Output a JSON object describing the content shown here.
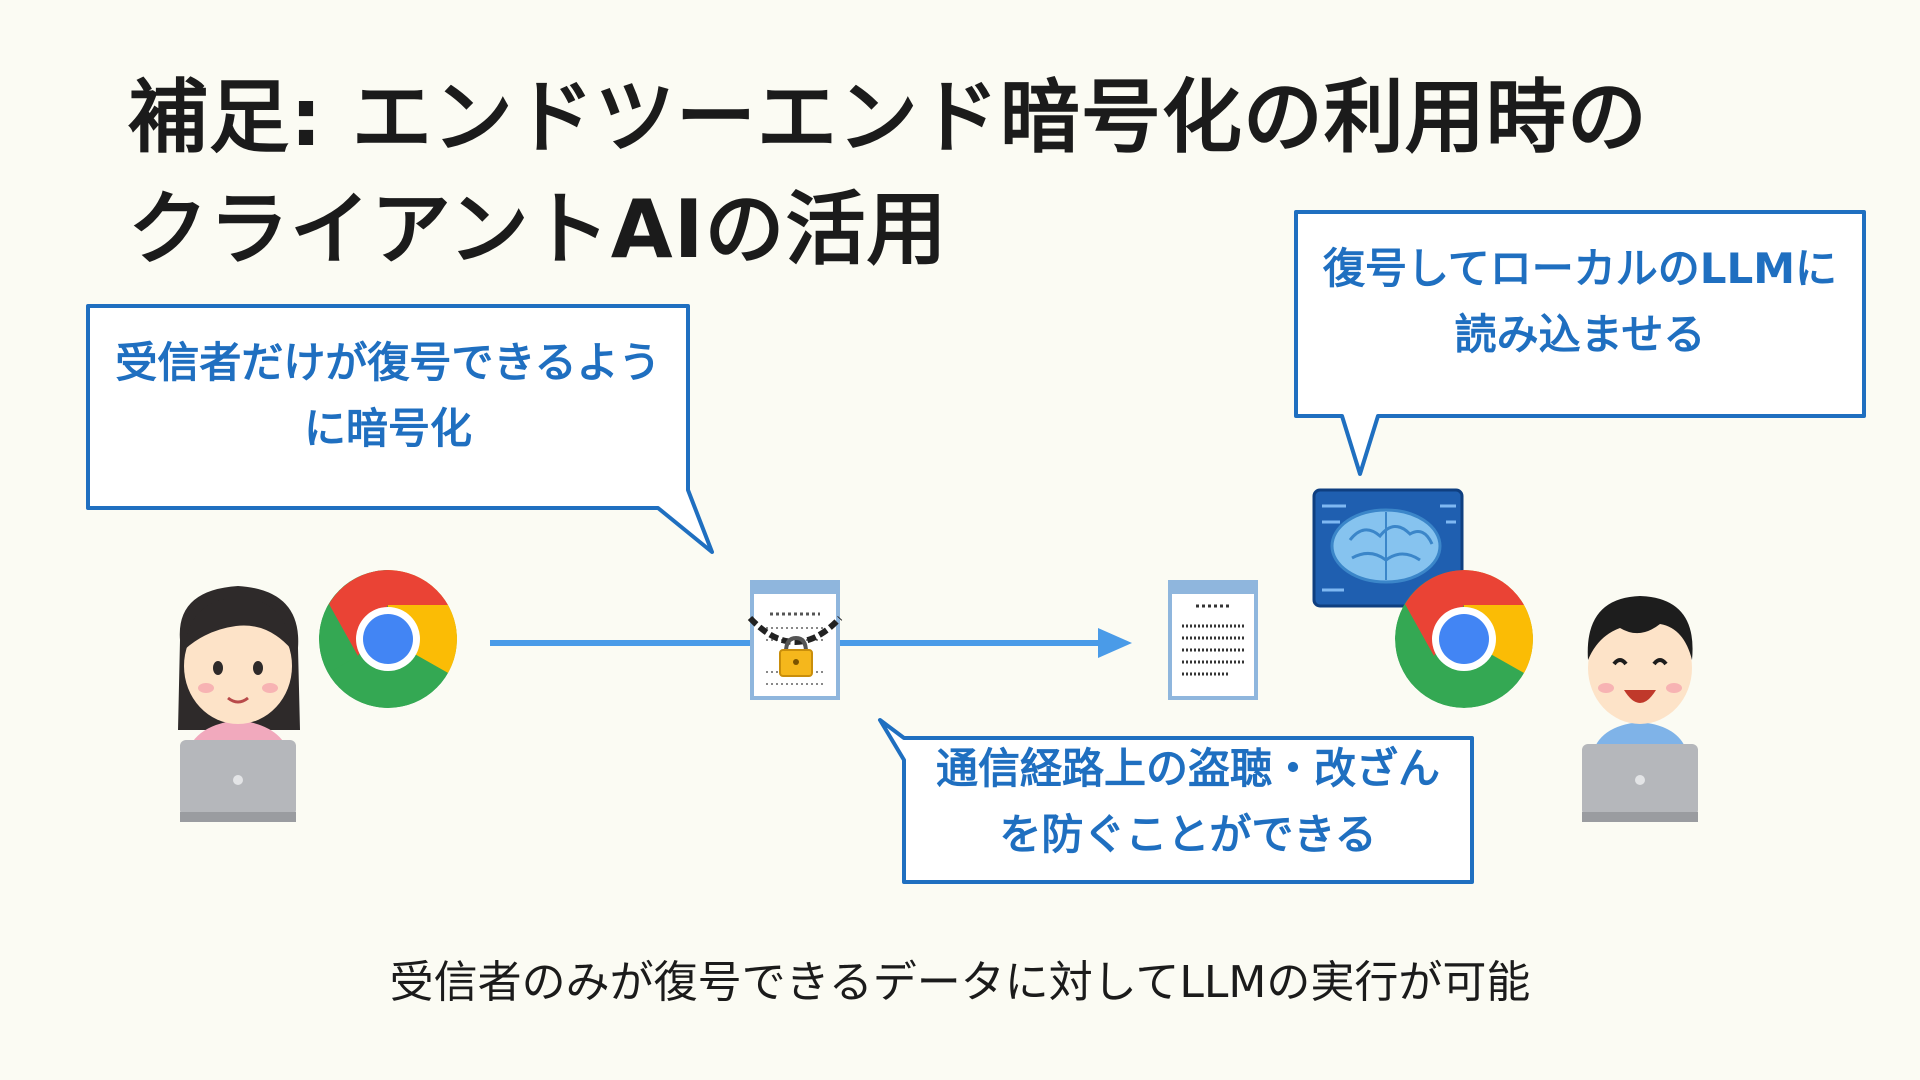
{
  "title": {
    "line1": "補足: エンドツーエンド暗号化の利用時の",
    "line2": "クライアントAIの活用"
  },
  "callouts": {
    "sender": {
      "line1": "受信者だけが復号できるよう",
      "line2": "に暗号化"
    },
    "receiver": {
      "line1": "復号してローカルのLLMに",
      "line2": "読み込ませる"
    },
    "channel": {
      "line1": "通信経路上の盗聴・改ざん",
      "line2": "を防ぐことができる"
    }
  },
  "caption": "受信者のみが復号できるデータに対してLLMの実行が可能",
  "colors": {
    "accent": "#1f6fc0",
    "arrow": "#4a9be8",
    "background": "#fbfbf3",
    "text": "#1b1b1b"
  },
  "icons": {
    "sender": "woman-with-laptop-icon",
    "receiver": "man-with-laptop-icon",
    "browser": "chrome-icon",
    "encrypted_document": "locked-document-icon",
    "decrypted_document": "document-icon",
    "ai": "ai-brain-chip-icon"
  }
}
